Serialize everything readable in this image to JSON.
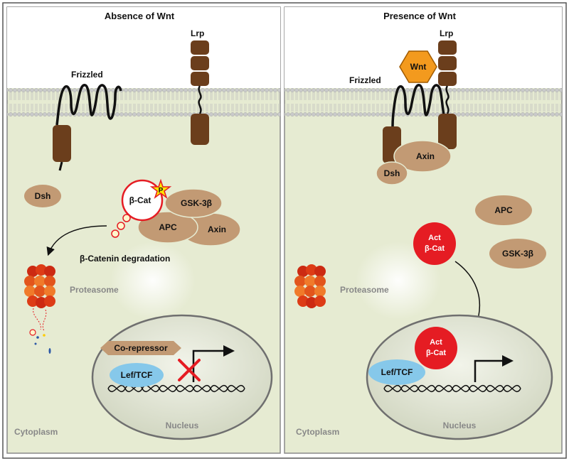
{
  "panels": {
    "left": {
      "title": "Absence of Wnt",
      "frizzled": "Frizzled",
      "lrp": "Lrp",
      "dsh": "Dsh",
      "beta_cat": "β-Cat",
      "phospho": "P",
      "gsk": "GSK-3β",
      "apc": "APC",
      "axin": "Axin",
      "degradation": "β-Catenin degradation",
      "proteasome": "Proteasome",
      "corepressor": "Co-repressor",
      "leftcf": "Lef/TCF",
      "nucleus": "Nucleus",
      "cytoplasm": "Cytoplasm"
    },
    "right": {
      "title": "Presence of Wnt",
      "wnt": "Wnt",
      "frizzled": "Frizzled",
      "lrp": "Lrp",
      "axin": "Axin",
      "dsh": "Dsh",
      "apc": "APC",
      "act": "Act",
      "beta_cat": "β-Cat",
      "gsk": "GSK-3β",
      "proteasome": "Proteasome",
      "leftcf": "Lef/TCF",
      "nucleus": "Nucleus",
      "cytoplasm": "Cytoplasm"
    }
  },
  "colors": {
    "cytoplasm": "#e6ebd2",
    "membrane_head": "#c7c8c8",
    "receptor": "#6b3e1c",
    "protein": "#c29a74",
    "beta_cat_active": "#e51c23",
    "wnt": "#f39a1e",
    "leftcf": "#86c8ea",
    "proteasome": "#dd3c16",
    "nucleus": "#dde1cf",
    "inhibit": "#e51c23"
  },
  "icons": {
    "arrow": "curved-arrow",
    "inhibit": "red-x",
    "transcription": "bent-arrow"
  }
}
